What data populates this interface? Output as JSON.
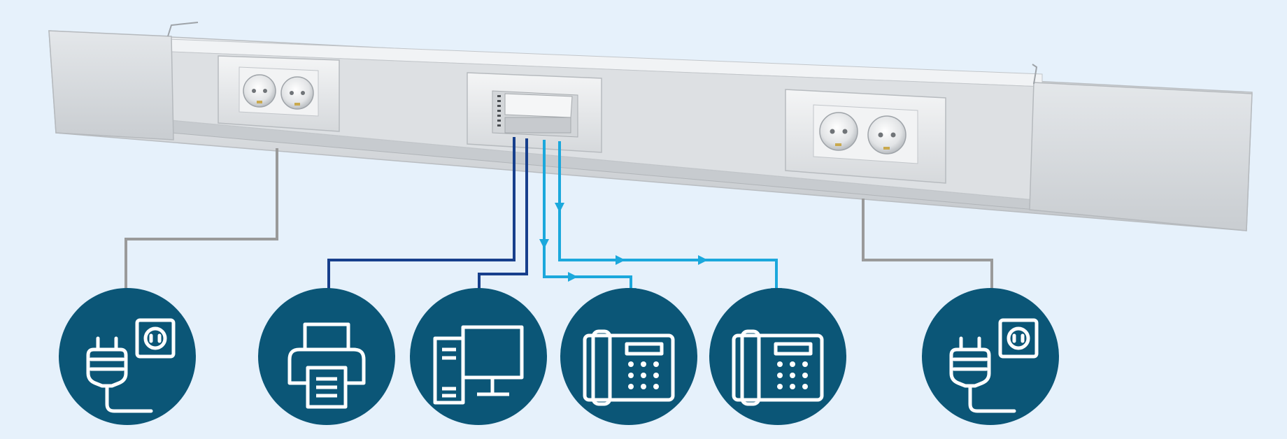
{
  "colors": {
    "background": "#e6f1fb",
    "circle_fill": "#0b5677",
    "icon_stroke": "#ffffff",
    "power_line": "#9a9a9a",
    "data_line": "#173f8c",
    "phone_line": "#1ba8dc",
    "duct_face": "#d7dadd",
    "duct_light": "#eceef0",
    "duct_shadow": "#b4b8bc",
    "socket_frame": "#e9ebed",
    "socket_earth": "#c9a94e"
  },
  "components": {
    "cable_duct": "cable-duct",
    "socket_modules": [
      "double-socket-module-left",
      "double-socket-module-right"
    ],
    "data_module": "data-patch-module"
  },
  "devices": [
    {
      "icon": "power-plug-socket-icon",
      "connection": "power"
    },
    {
      "icon": "printer-icon",
      "connection": "data"
    },
    {
      "icon": "computer-icon",
      "connection": "data"
    },
    {
      "icon": "desk-phone-icon",
      "connection": "phone"
    },
    {
      "icon": "desk-phone-icon",
      "connection": "phone"
    },
    {
      "icon": "power-plug-socket-icon",
      "connection": "power"
    }
  ]
}
